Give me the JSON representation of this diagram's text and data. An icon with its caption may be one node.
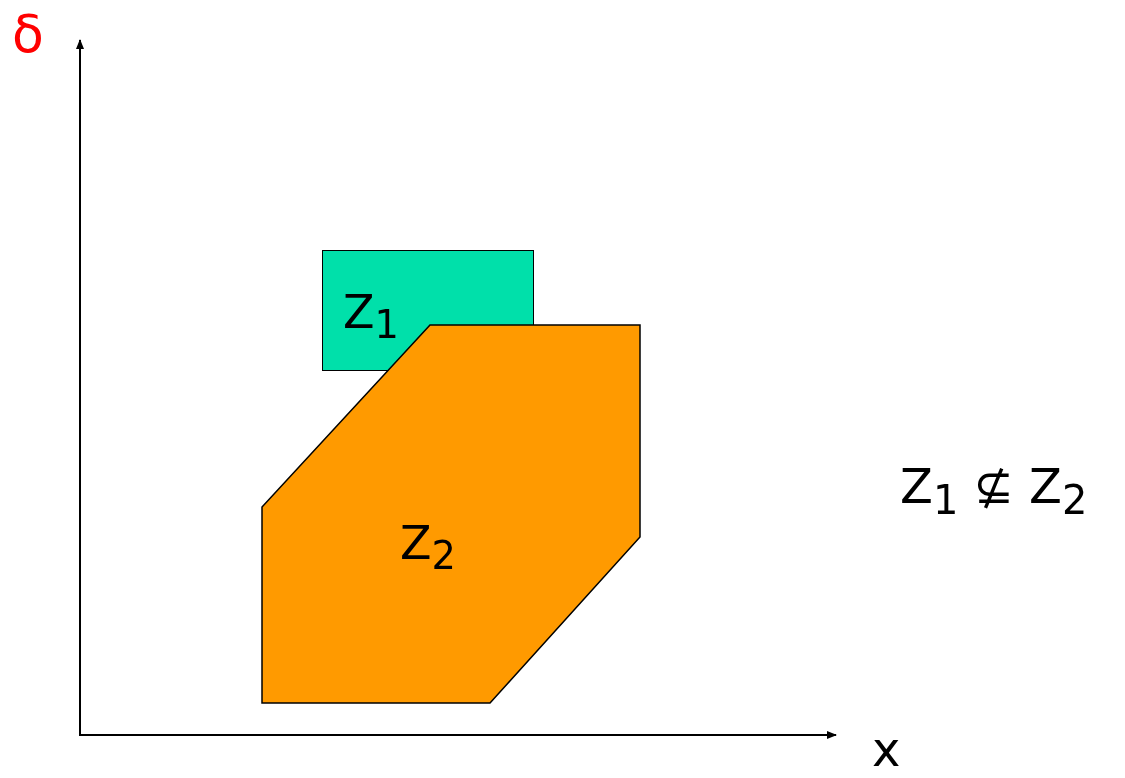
{
  "diagram": {
    "nodes": [
      {
        "text": [
          "Z$_{1}$"
        ]
      },
      {
        "text": [
          "Z$_{2}$"
        ]
      }
    ],
    "labels": [
      "δ",
      "x",
      "Z$_{1}$ ⊈ Z$_{2}$"
    ]
  }
}
